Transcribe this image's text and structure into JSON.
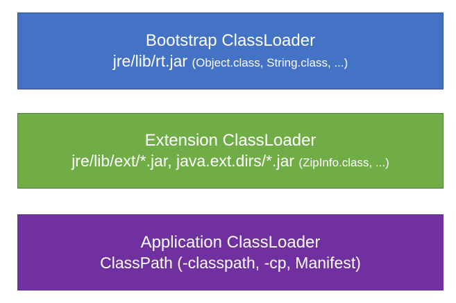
{
  "layers": [
    {
      "title": "Bootstrap ClassLoader",
      "path": "jre/lib/rt.jar",
      "note": "(Object.class, String.class, ...)",
      "color": "#4472c4"
    },
    {
      "title": "Extension ClassLoader",
      "path": "jre/lib/ext/*.jar, java.ext.dirs/*.jar",
      "note": "(ZipInfo.class, ...)",
      "color": "#70ad47"
    },
    {
      "title": "Application ClassLoader",
      "path": "ClassPath (-classpath, -cp, Manifest)",
      "note": "",
      "color": "#7030a0"
    }
  ]
}
